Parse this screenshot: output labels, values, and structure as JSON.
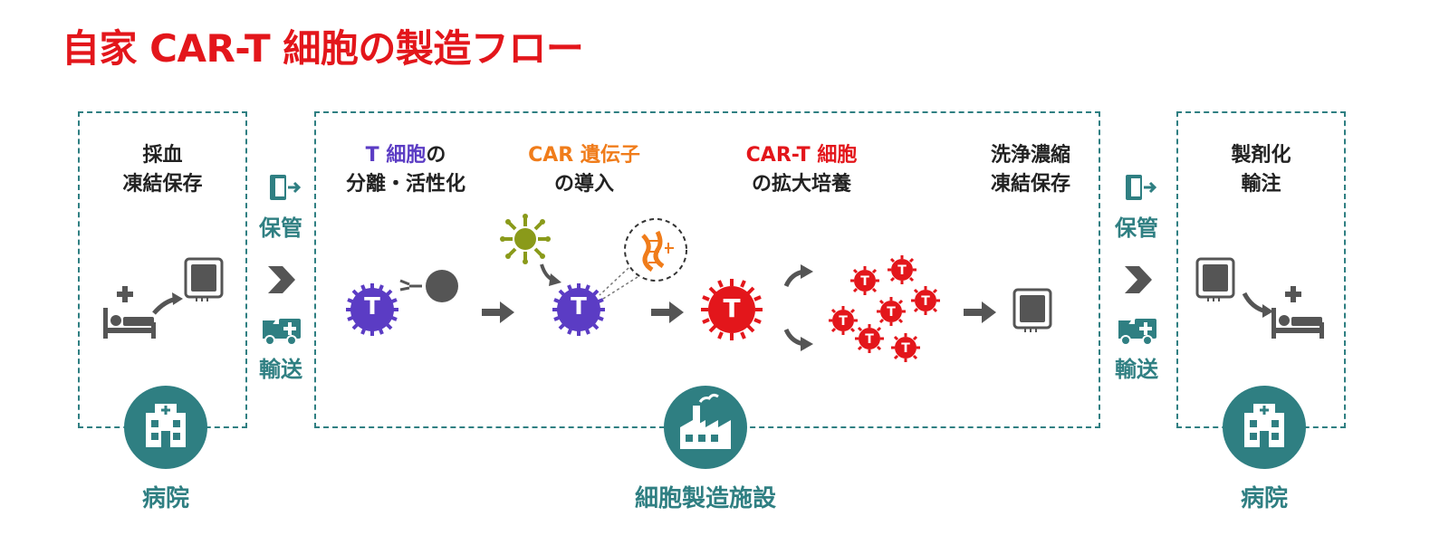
{
  "title": "自家 CAR-T 細胞の製造フロー",
  "colors": {
    "teal": "#2f7f82",
    "red": "#e3161b",
    "purple": "#5b3cc4",
    "orange": "#f07c1a",
    "olive": "#8a9a1a",
    "gray": "#555555"
  },
  "hospital_left": {
    "step_line1": "採血",
    "step_line2": "凍結保存",
    "label": "病院",
    "icon": "hospital-icon"
  },
  "transfer_left": {
    "storage": "保管",
    "transport": "輸送"
  },
  "facility": {
    "label": "細胞製造施設",
    "icon": "factory-icon",
    "steps": [
      {
        "line1_prefix": "T",
        "line1_suffix": " 細胞の",
        "line2": "分離・活性化"
      },
      {
        "line1": "CAR 遺伝子",
        "line2": "の導入"
      },
      {
        "line1": "CAR-T 細胞",
        "line2": "の拡大培養"
      },
      {
        "line1": "洗浄濃縮",
        "line2": "凍結保存"
      }
    ],
    "cell_letter": "T"
  },
  "transfer_right": {
    "storage": "保管",
    "transport": "輸送"
  },
  "hospital_right": {
    "step_line1": "製剤化",
    "step_line2": "輸注",
    "label": "病院",
    "icon": "hospital-icon"
  }
}
